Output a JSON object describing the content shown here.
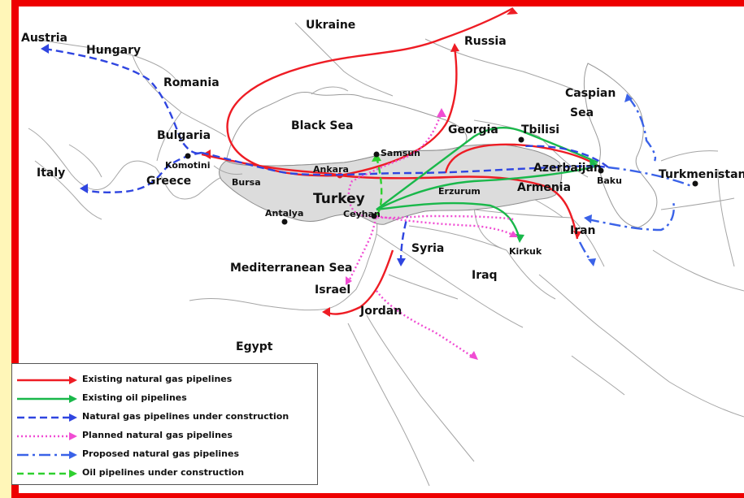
{
  "colors": {
    "frame": "#ee0000",
    "side_strip": "#fff6b8",
    "turkey_fill": "#dcdcdc",
    "existing_gas": "#ee1c24",
    "existing_oil": "#19b84a",
    "gas_under_construction": "#2f45e0",
    "planned_gas": "#f04cd3",
    "proposed_gas": "#3a62e8",
    "oil_under_construction": "#2fd02f"
  },
  "regions": {
    "ukraine": "Ukraine",
    "russia": "Russia",
    "austria": "Austria",
    "hungary": "Hungary",
    "romania": "Romania",
    "black_sea": "Black Sea",
    "bulgaria": "Bulgaria",
    "italy": "Italy",
    "greece": "Greece",
    "turkey": "Turkey",
    "georgia": "Georgia",
    "tbilisi": "Tbilisi",
    "caspian": "Caspian",
    "sea": "Sea",
    "azerbaijan": "Azerbaijan",
    "armenia": "Armenia",
    "turkmenistan": "Turkmenistan",
    "iran": "Iran",
    "syria": "Syria",
    "iraq": "Iraq",
    "mediterranean": "Mediterranean Sea",
    "israel": "Israel",
    "jordan": "Jordan",
    "egypt": "Egypt"
  },
  "cities": {
    "komotini": "Komotini",
    "bursa": "Bursa",
    "ankara": "Ankara",
    "samsun": "Samsun",
    "erzurum": "Erzurum",
    "antalya": "Antalya",
    "ceyhan": "Ceyhan",
    "baku": "Baku",
    "kirkuk": "Kirkuk"
  },
  "legend": {
    "items": [
      {
        "label": "Existing natural gas pipelines",
        "style": "existing_gas"
      },
      {
        "label": "Existing oil pipelines",
        "style": "existing_oil"
      },
      {
        "label": "Natural gas pipelines under construction",
        "style": "gas_under_construction"
      },
      {
        "label": "Planned natural gas pipelines",
        "style": "planned_gas"
      },
      {
        "label": "Proposed natural gas pipelines",
        "style": "proposed_gas"
      },
      {
        "label": "Oil pipelines under construction",
        "style": "oil_under_construction"
      }
    ]
  }
}
